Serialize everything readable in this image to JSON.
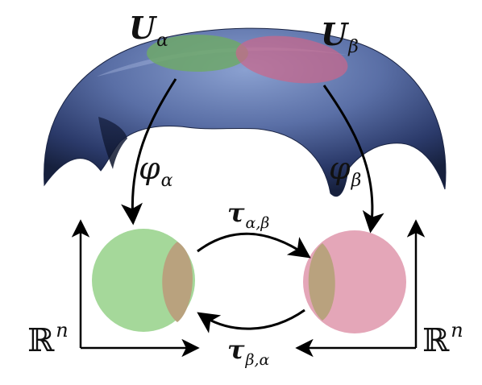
{
  "labels": {
    "u_alpha": {
      "base": "U",
      "sub": "α"
    },
    "u_beta": {
      "base": "U",
      "sub": "β"
    },
    "phi_alpha": {
      "base": "φ",
      "sub": "α"
    },
    "phi_beta": {
      "base": "φ",
      "sub": "β"
    },
    "tau_ab": {
      "base": "τ",
      "sub": "α,β"
    },
    "tau_ba": {
      "base": "τ",
      "sub": "β,α"
    },
    "rn_left": {
      "base": "ℝ",
      "sup": "n"
    },
    "rn_right": {
      "base": "ℝ",
      "sup": "n"
    }
  },
  "colors": {
    "manifold_light": "#7f95c6",
    "manifold_dark": "#16203d",
    "chart_alpha": "#a5d89a",
    "chart_beta": "#e4a6b8",
    "overlap": "#b9a27e",
    "patch_alpha": "#6fa86a",
    "patch_beta": "#c9678a",
    "arrow": "#000000"
  }
}
